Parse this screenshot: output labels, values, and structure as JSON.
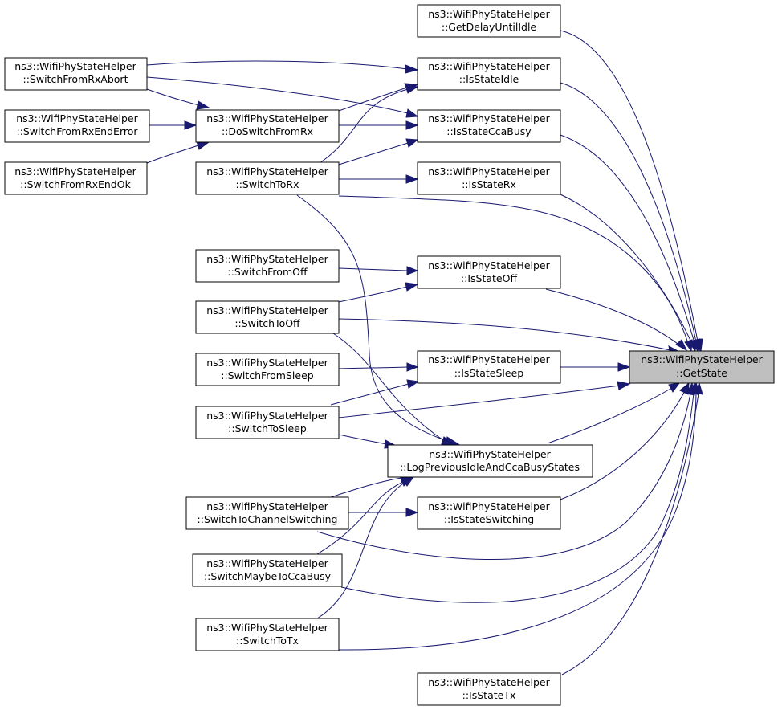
{
  "graph": {
    "colors": {
      "edge": "#191970",
      "node_border": "#000000",
      "focus_fill": "#bfbfbf",
      "node_fill": "#ffffff"
    },
    "nodes": {
      "GetState": {
        "line1": "ns3::WifiPhyStateHelper",
        "line2": "::GetState",
        "focus": true
      },
      "GetDelayUntilIdle": {
        "line1": "ns3::WifiPhyStateHelper",
        "line2": "::GetDelayUntilIdle"
      },
      "IsStateIdle": {
        "line1": "ns3::WifiPhyStateHelper",
        "line2": "::IsStateIdle"
      },
      "IsStateCcaBusy": {
        "line1": "ns3::WifiPhyStateHelper",
        "line2": "::IsStateCcaBusy"
      },
      "IsStateRx": {
        "line1": "ns3::WifiPhyStateHelper",
        "line2": "::IsStateRx"
      },
      "IsStateOff": {
        "line1": "ns3::WifiPhyStateHelper",
        "line2": "::IsStateOff"
      },
      "IsStateSleep": {
        "line1": "ns3::WifiPhyStateHelper",
        "line2": "::IsStateSleep"
      },
      "LogPreviousIdleAndCcaBusyStates": {
        "line1": "ns3::WifiPhyStateHelper",
        "line2": "::LogPreviousIdleAndCcaBusyStates"
      },
      "IsStateSwitching": {
        "line1": "ns3::WifiPhyStateHelper",
        "line2": "::IsStateSwitching"
      },
      "IsStateTx": {
        "line1": "ns3::WifiPhyStateHelper",
        "line2": "::IsStateTx"
      },
      "SwitchFromRxAbort": {
        "line1": "ns3::WifiPhyStateHelper",
        "line2": "::SwitchFromRxAbort"
      },
      "SwitchFromRxEndError": {
        "line1": "ns3::WifiPhyStateHelper",
        "line2": "::SwitchFromRxEndError"
      },
      "SwitchFromRxEndOk": {
        "line1": "ns3::WifiPhyStateHelper",
        "line2": "::SwitchFromRxEndOk"
      },
      "DoSwitchFromRx": {
        "line1": "ns3::WifiPhyStateHelper",
        "line2": "::DoSwitchFromRx"
      },
      "SwitchToRx": {
        "line1": "ns3::WifiPhyStateHelper",
        "line2": "::SwitchToRx"
      },
      "SwitchFromOff": {
        "line1": "ns3::WifiPhyStateHelper",
        "line2": "::SwitchFromOff"
      },
      "SwitchToOff": {
        "line1": "ns3::WifiPhyStateHelper",
        "line2": "::SwitchToOff"
      },
      "SwitchFromSleep": {
        "line1": "ns3::WifiPhyStateHelper",
        "line2": "::SwitchFromSleep"
      },
      "SwitchToSleep": {
        "line1": "ns3::WifiPhyStateHelper",
        "line2": "::SwitchToSleep"
      },
      "SwitchToChannelSwitching": {
        "line1": "ns3::WifiPhyStateHelper",
        "line2": "::SwitchToChannelSwitching"
      },
      "SwitchMaybeToCcaBusy": {
        "line1": "ns3::WifiPhyStateHelper",
        "line2": "::SwitchMaybeToCcaBusy"
      },
      "SwitchToTx": {
        "line1": "ns3::WifiPhyStateHelper",
        "line2": "::SwitchToTx"
      }
    }
  }
}
